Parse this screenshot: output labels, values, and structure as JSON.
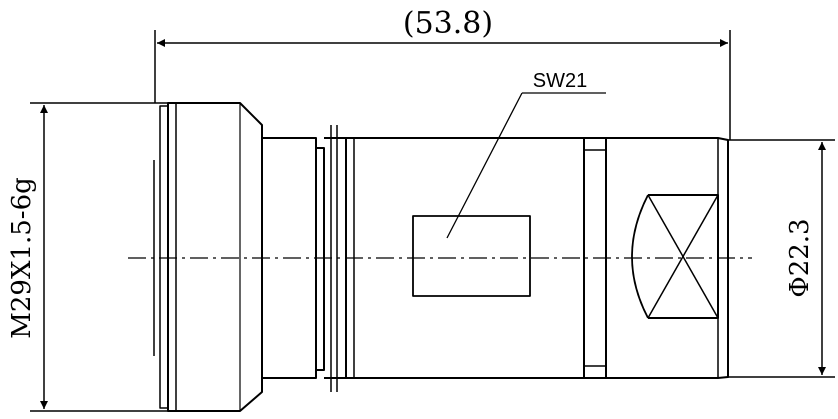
{
  "drawing": {
    "dims": {
      "overall_length": "(53.8)",
      "thread_spec": "M29X1.5-6g",
      "body_diameter": "Φ22.3",
      "wrench_size": "SW21"
    },
    "colors": {
      "line": "#000000",
      "background": "#ffffff"
    }
  }
}
